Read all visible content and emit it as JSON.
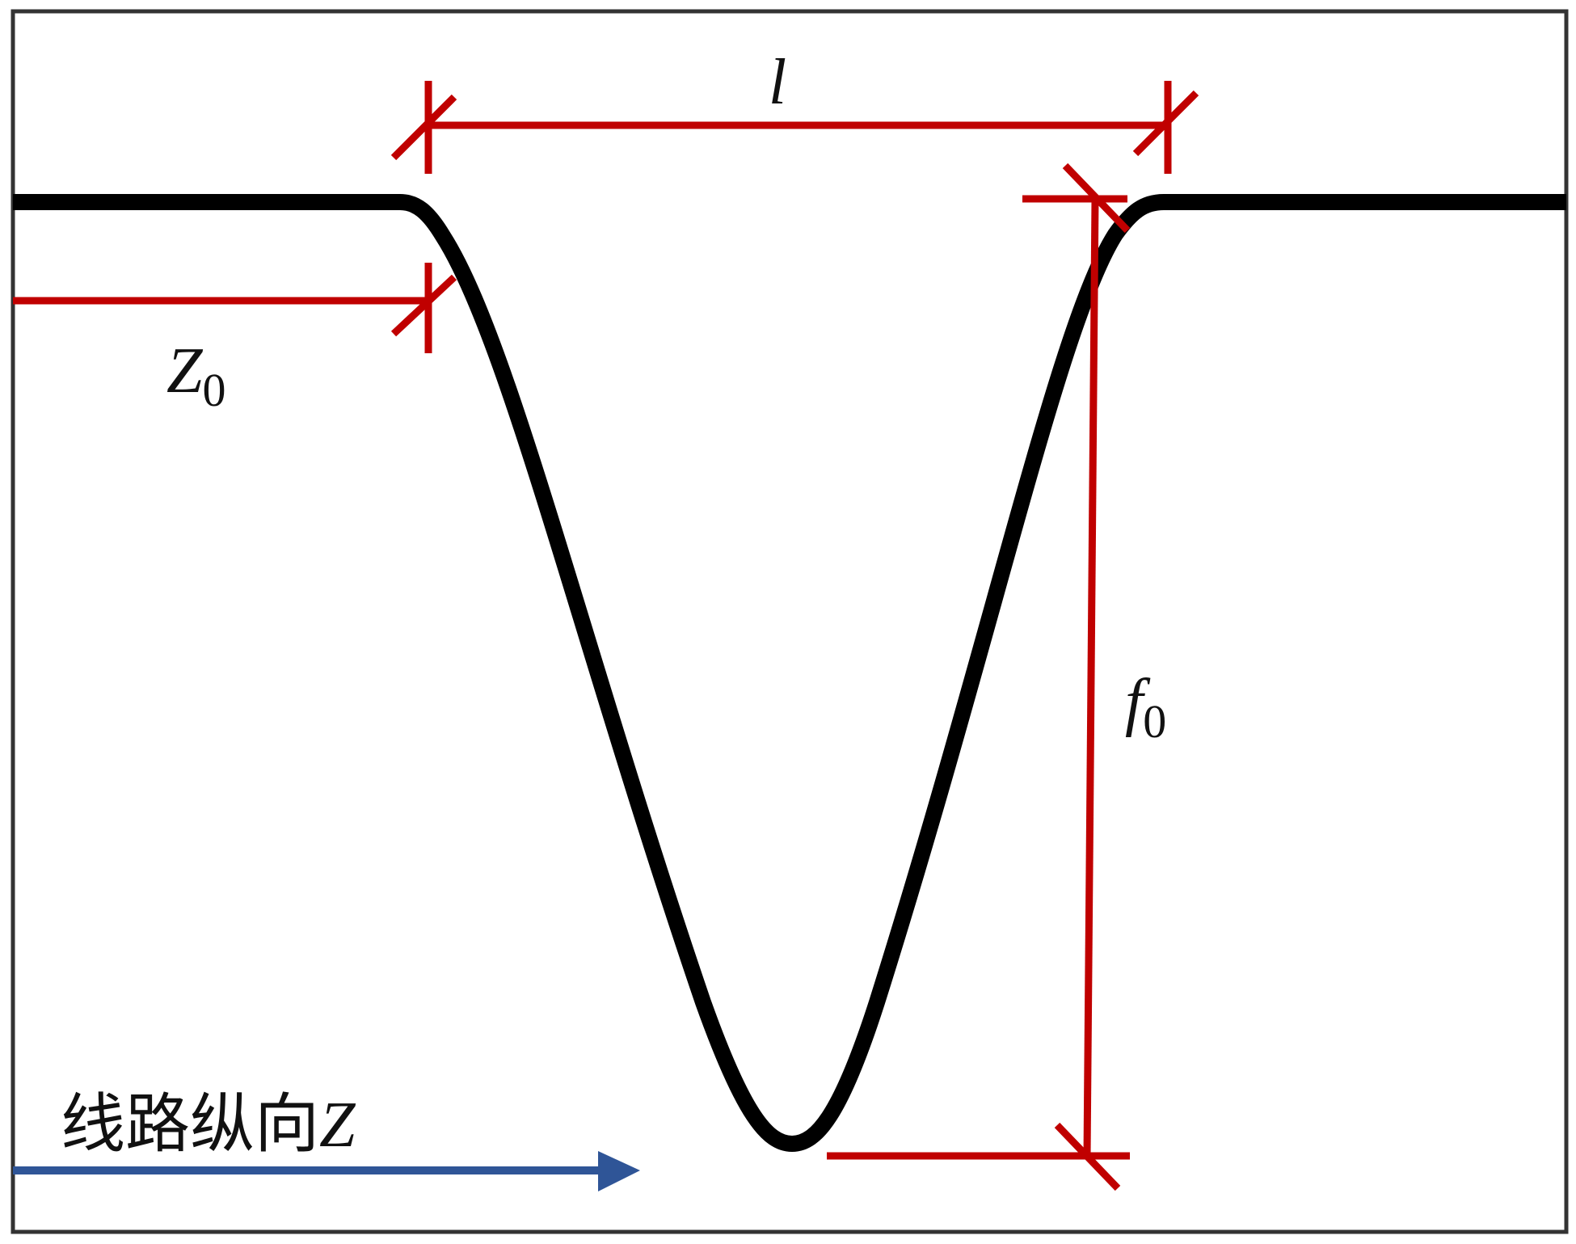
{
  "labels": {
    "length": "l",
    "offset_main": "Z",
    "offset_sub": "0",
    "depth_main": "f",
    "depth_sub": "0",
    "axis_text": "线路纵向",
    "axis_var": "Z"
  },
  "colors": {
    "frame": "#333333",
    "curve": "#000000",
    "dimension": "#c00000",
    "axis_arrow": "#2f5597",
    "text": "#111111"
  }
}
